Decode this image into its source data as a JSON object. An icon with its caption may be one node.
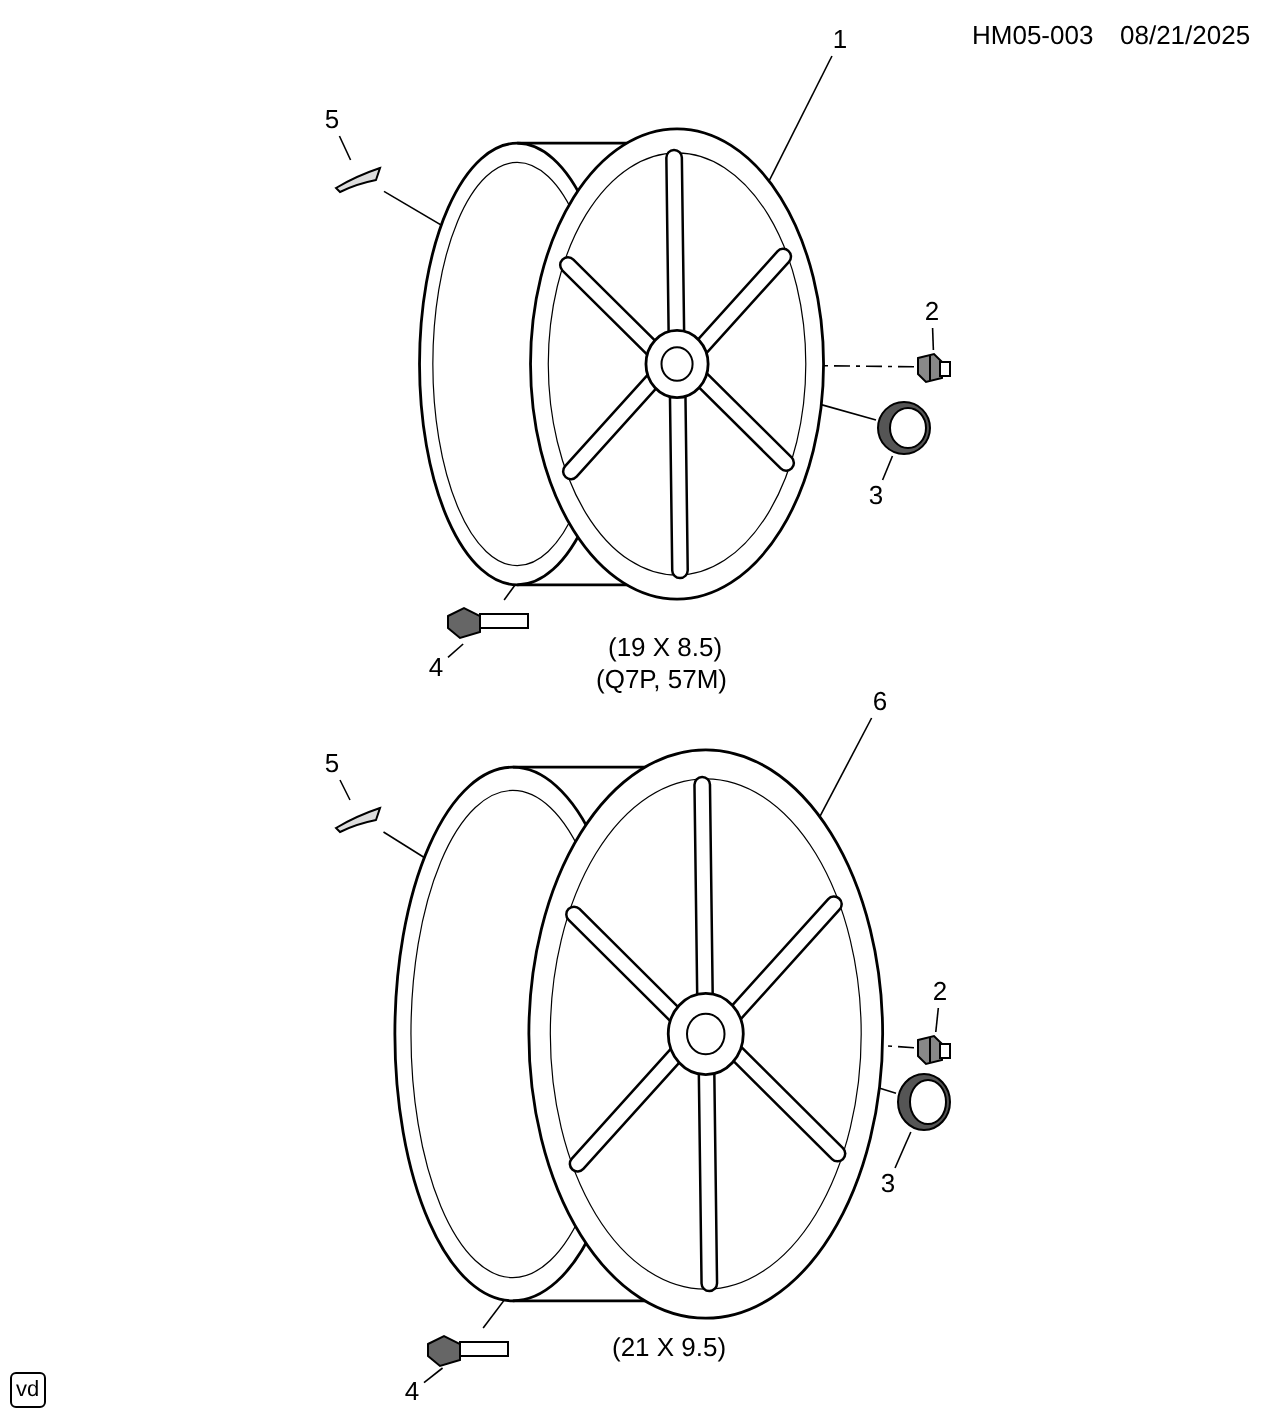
{
  "diagram": {
    "nodes": [
      {
        "text": [
          "1"
        ]
      },
      {
        "text": [],
        "shape": "picture"
      },
      {
        "text": [
          "5"
        ]
      },
      {
        "text": [],
        "shape": "picture"
      },
      {
        "text": [
          "2"
        ]
      },
      {
        "text": [],
        "shape": "picture"
      },
      {
        "text": [
          "3"
        ]
      },
      {
        "text": [],
        "shape": "picture"
      },
      {
        "text": [
          "4"
        ]
      },
      {
        "text": [],
        "shape": "picture"
      },
      {
        "text": [
          "6"
        ]
      },
      {
        "text": [],
        "shape": "picture"
      },
      {
        "text": [
          "5"
        ]
      },
      {
        "text": [],
        "shape": "picture"
      },
      {
        "text": [
          "2"
        ]
      },
      {
        "text": [],
        "shape": "picture"
      },
      {
        "text": [
          "3"
        ]
      },
      {
        "text": [],
        "shape": "picture"
      },
      {
        "text": [
          "4"
        ]
      },
      {
        "text": [],
        "shape": "picture"
      }
    ],
    "edges": [
      {
        "from": 0,
        "to": 1,
        "arrow": "none"
      },
      {
        "from": 2,
        "to": 3,
        "arrow": "none"
      },
      {
        "from": 3,
        "to": 1,
        "arrow": "none"
      },
      {
        "from": 4,
        "to": 5,
        "arrow": "none"
      },
      {
        "from": 5,
        "to": 1,
        "arrow": "none",
        "style": "dashed"
      },
      {
        "from": 6,
        "to": 7,
        "arrow": "none"
      },
      {
        "from": 7,
        "to": 1,
        "arrow": "none"
      },
      {
        "from": 8,
        "to": 9,
        "arrow": "none"
      },
      {
        "from": 9,
        "to": 1,
        "arrow": "none"
      },
      {
        "from": 10,
        "to": 11,
        "arrow": "none"
      },
      {
        "from": 12,
        "to": 13,
        "arrow": "none"
      },
      {
        "from": 13,
        "to": 11,
        "arrow": "none"
      },
      {
        "from": 14,
        "to": 15,
        "arrow": "none"
      },
      {
        "from": 15,
        "to": 11,
        "arrow": "none",
        "style": "dashed"
      },
      {
        "from": 16,
        "to": 17,
        "arrow": "none"
      },
      {
        "from": 17,
        "to": 11,
        "arrow": "none"
      },
      {
        "from": 18,
        "to": 19,
        "arrow": "none"
      },
      {
        "from": 19,
        "to": 11,
        "arrow": "none"
      }
    ],
    "labels": [
      "HM05-003",
      "08/21/2025",
      "(19 X 8.5)",
      "(Q7P, 57M)",
      "(21 X 9.5)",
      "vd"
    ]
  }
}
